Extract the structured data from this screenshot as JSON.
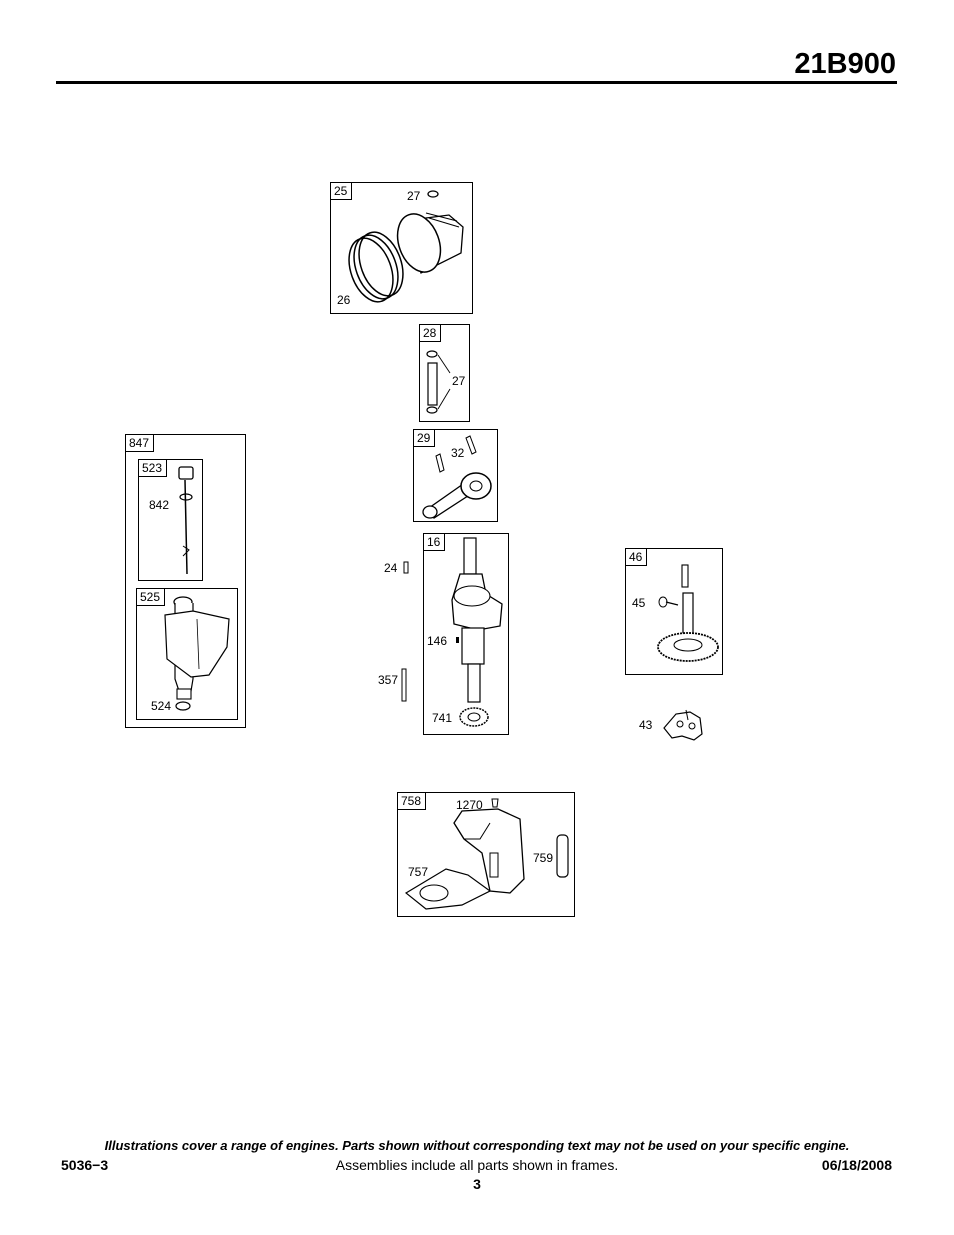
{
  "header": {
    "model": "21B900"
  },
  "parts": {
    "f25": {
      "frame": "25",
      "ring": "26",
      "clip": "27"
    },
    "f28": {
      "frame": "28",
      "clip": "27"
    },
    "f29": {
      "frame": "29",
      "bolt": "32"
    },
    "f847": {
      "frame": "847"
    },
    "f523": {
      "frame": "523",
      "dipstick": "842"
    },
    "f525": {
      "frame": "525",
      "oring": "524"
    },
    "f16": {
      "frame": "16",
      "key": "146",
      "gear": "741"
    },
    "loose": {
      "p24": "24",
      "p357": "357",
      "p43": "43"
    },
    "f46": {
      "frame": "46",
      "shaft": "45"
    },
    "f758": {
      "frame": "758",
      "screw": "1270",
      "plate": "757",
      "pin": "759"
    }
  },
  "footer": {
    "note": "Illustrations cover a range of engines. Parts shown without corresponding text may not be used on your specific engine.",
    "doc_number": "5036−3",
    "assemblies_note": "Assemblies include all parts shown in frames.",
    "date": "06/18/2008",
    "page": "3"
  }
}
